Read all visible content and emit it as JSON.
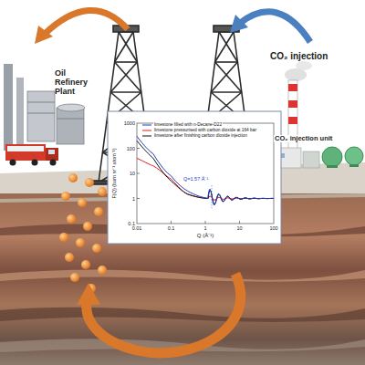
{
  "diagram": {
    "labels": [
      "Oil Refinery Plant",
      "CO₂ injection",
      "CO₂ injection unit",
      "1000",
      "100",
      "10",
      "1",
      "0.1",
      "0.01",
      "0.1",
      "1",
      "10",
      "100",
      "F(Q) (barn sr⁻¹ atom⁻¹)",
      "Q (Å⁻¹)",
      "Q=1.57 Å⁻¹"
    ],
    "legend": [
      {
        "text": "limestone filled with n-Decane-D22"
      },
      {
        "text": "limestone pressurised with carbon dioxide at 164 bar"
      },
      {
        "text": "limestone after finishing carbon dioxide injection"
      }
    ]
  }
}
